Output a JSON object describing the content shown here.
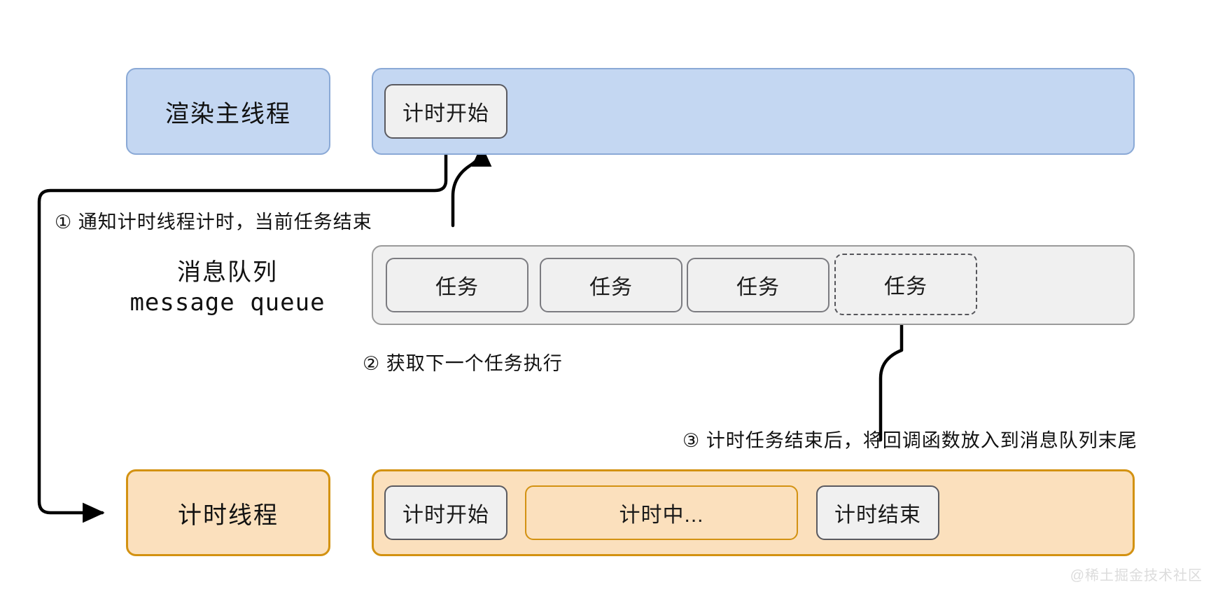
{
  "diagram": {
    "title": "JavaScript event loop timer thread diagram",
    "watermark": "@稀土掘金技术社区",
    "colors": {
      "main_thread_fill": "#c4d7f2",
      "main_thread_border": "#8aa9d6",
      "timer_thread_fill": "#fbe0bd",
      "timer_thread_border": "#d39212",
      "queue_fill": "#f0f0f0",
      "queue_border": "#9a9a9a",
      "chip_fill": "#f0f0f0",
      "chip_border": "#5a5a60",
      "arrow": "#000000"
    }
  },
  "main_thread": {
    "label": "渲染主线程",
    "blocks": [
      {
        "label": "计时开始"
      }
    ]
  },
  "message_queue": {
    "label_cn": "消息队列",
    "label_en": "message queue",
    "tasks": [
      {
        "label": "任务",
        "style": "solid"
      },
      {
        "label": "任务",
        "style": "solid"
      },
      {
        "label": "任务",
        "style": "solid"
      },
      {
        "label": "任务",
        "style": "dashed"
      }
    ]
  },
  "timer_thread": {
    "label": "计时线程",
    "blocks": [
      {
        "label": "计时开始",
        "style": "grey"
      },
      {
        "label": "计时中...",
        "style": "orange"
      },
      {
        "label": "计时结束",
        "style": "grey"
      }
    ]
  },
  "annotations": [
    {
      "marker": "①",
      "text": "通知计时线程计时，当前任务结束"
    },
    {
      "marker": "②",
      "text": "获取下一个任务执行"
    },
    {
      "marker": "③",
      "text": "计时任务结束后，将回调函数放入到消息队列末尾"
    }
  ]
}
